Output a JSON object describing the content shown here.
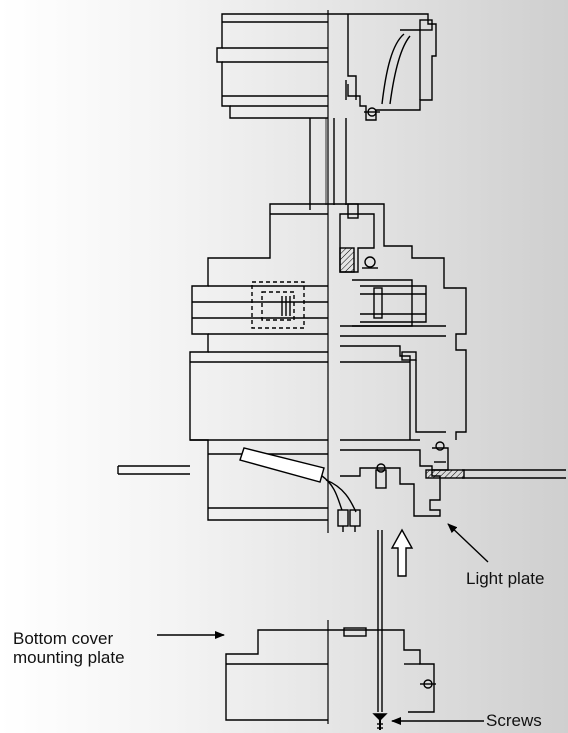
{
  "labels": {
    "light_plate": "Light plate",
    "bottom_cover_line1": "Bottom cover",
    "bottom_cover_line2": "mounting plate",
    "screws": "Screws"
  }
}
